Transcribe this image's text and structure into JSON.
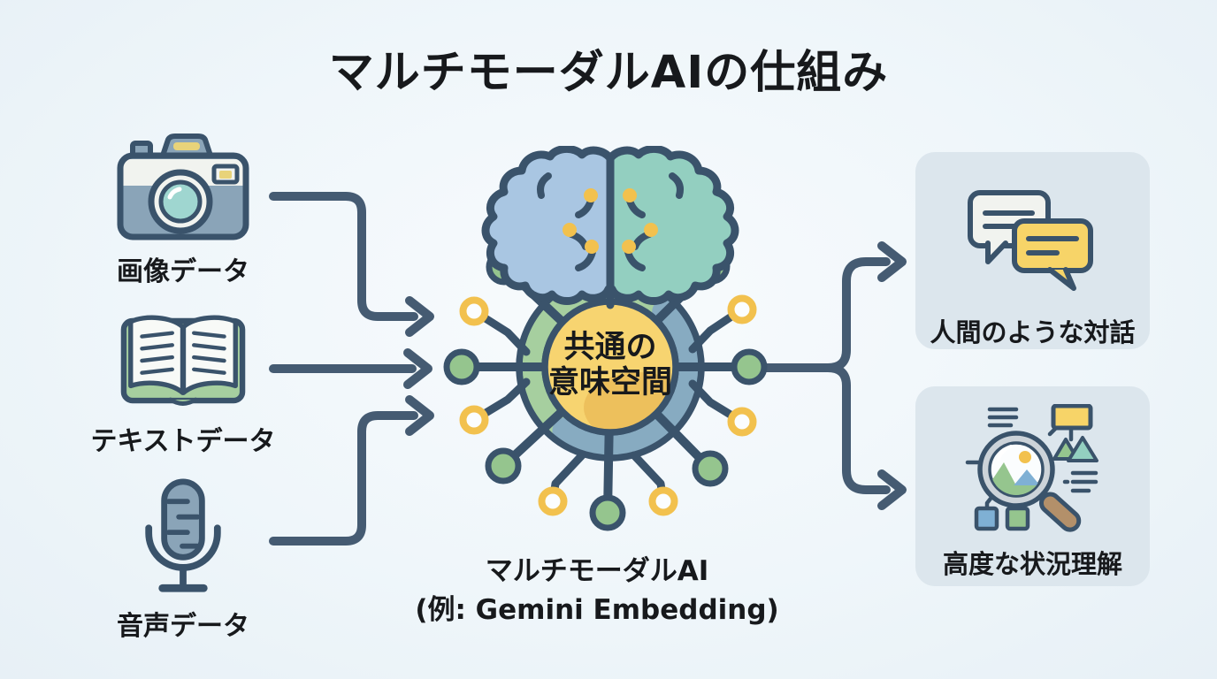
{
  "title": "マルチモーダルAIの仕組み",
  "inputs": [
    {
      "label": "画像データ",
      "icon": "camera-icon"
    },
    {
      "label": "テキストデータ",
      "icon": "open-book-icon"
    },
    {
      "label": "音声データ",
      "icon": "microphone-icon"
    }
  ],
  "hub": {
    "core_line1": "共通の",
    "core_line2": "意味空間",
    "caption_line1": "マルチモーダルAI",
    "caption_line2": "(例: Gemini Embedding)"
  },
  "outputs": [
    {
      "label": "人間のような対話",
      "icon": "chat-bubbles-icon"
    },
    {
      "label": "高度な状況理解",
      "icon": "magnifier-analysis-icon"
    }
  ],
  "palette": {
    "text_black": "#17191c",
    "outline_navy": "#3a536b",
    "arrow_navy": "#455b72",
    "light_green": "#a6cf9f",
    "node_green": "#95c58e",
    "amber": "#f2c14e",
    "hub_yellow": "#f7d470",
    "hub_yellow_shade": "#e9ba55",
    "brain_blue": "#a9c6e2",
    "brain_teal": "#93cfc0",
    "ring_blue": "#87abc1",
    "slate_blue": "#8aa4b8",
    "lens_teal": "#9fd6d0",
    "chat_yellow": "#f7d468",
    "box_bg": "#dce6ed",
    "white_fill": "#f1f3ef",
    "sky_blue": "#7fb0d4",
    "handle_brown": "#b3906a",
    "magnifier_gray": "#ccd3d9"
  }
}
